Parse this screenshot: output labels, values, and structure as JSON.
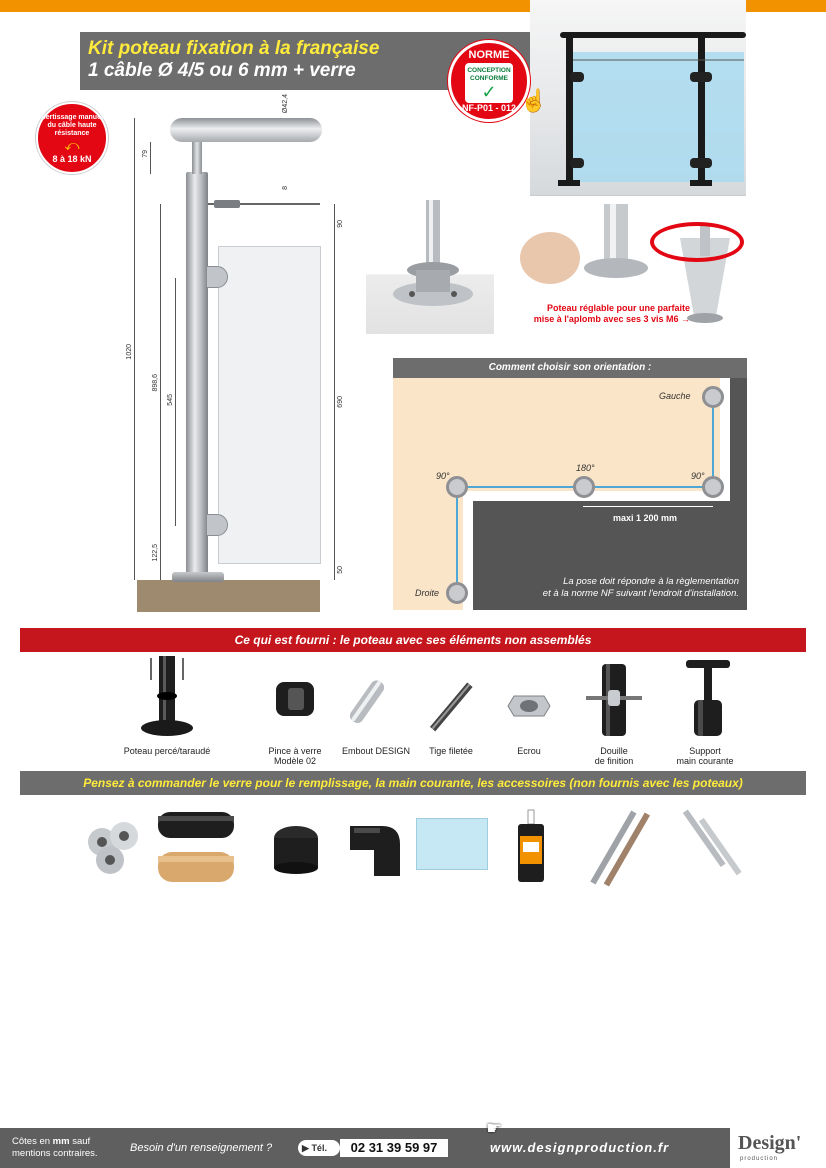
{
  "header": {
    "title_line1": "Kit poteau fixation à la française",
    "title_line2": "1 câble Ø 4/5 ou 6 mm + verre"
  },
  "badges": {
    "norme": {
      "word": "NORME",
      "conception": "CONCEPTION CONFORME",
      "ref": "NF-P01 - 012",
      "color": "#e30613"
    },
    "sertissage": {
      "text": "Sertissage manuel du câble haute résistance",
      "value": "8 à 18 kN"
    }
  },
  "drawing": {
    "dim_handrail": "Ø42,4",
    "dim_79": "79",
    "dim_cable": "8",
    "dim_90": "90",
    "dim_1020": "1020",
    "dim_8986": "898,6",
    "dim_545": "545",
    "dim_690": "690",
    "dim_1225": "122,5",
    "dim_50": "50"
  },
  "adjust": {
    "caption_line1": "Poteau réglable pour une parfaite",
    "caption_line2": "mise à l'aplomb avec ses 3 vis M6 →"
  },
  "orientation": {
    "title": "Comment choisir son orientation :",
    "labels": {
      "gauche": "Gauche",
      "droite": "Droite",
      "a90_left": "90°",
      "a180": "180°",
      "a90_right": "90°"
    },
    "maxi": "maxi 1 200 mm",
    "note_line1": "La pose doit répondre à la règlementation",
    "note_line2": "et à la norme NF suivant l'endroit d'installation."
  },
  "supplied": {
    "title": "Ce qui est fourni : le poteau avec ses éléments non assemblés",
    "items": [
      {
        "line1": "Poteau percé/taraudé",
        "line2": ""
      },
      {
        "line1": "Pince à verre",
        "line2": "Modèle 02"
      },
      {
        "line1": "Embout DESIGN",
        "line2": ""
      },
      {
        "line1": "Tige filetée",
        "line2": ""
      },
      {
        "line1": "Ecrou",
        "line2": ""
      },
      {
        "line1": "Douille",
        "line2": "de finition"
      },
      {
        "line1": "Support",
        "line2": "main courante"
      }
    ]
  },
  "order": {
    "title": "Pensez à commander le verre pour le remplissage, la main courante, les accessoires (non fournis avec les poteaux)"
  },
  "footer": {
    "note_pre": "Côtes en ",
    "note_bold": "mm",
    "note_post": " sauf",
    "note_line2": "mentions contraires.",
    "question": "Besoin d'un renseignement ?",
    "tel_label": "Tél.",
    "phone": "02 31 39 59 97",
    "website": "www.designproduction.fr",
    "logo_main": "Design'",
    "logo_sub": "production"
  },
  "colors": {
    "accent_orange": "#f39200",
    "red": "#c4161c",
    "gray": "#6d6d6d",
    "yellow": "#ffeb3b"
  }
}
